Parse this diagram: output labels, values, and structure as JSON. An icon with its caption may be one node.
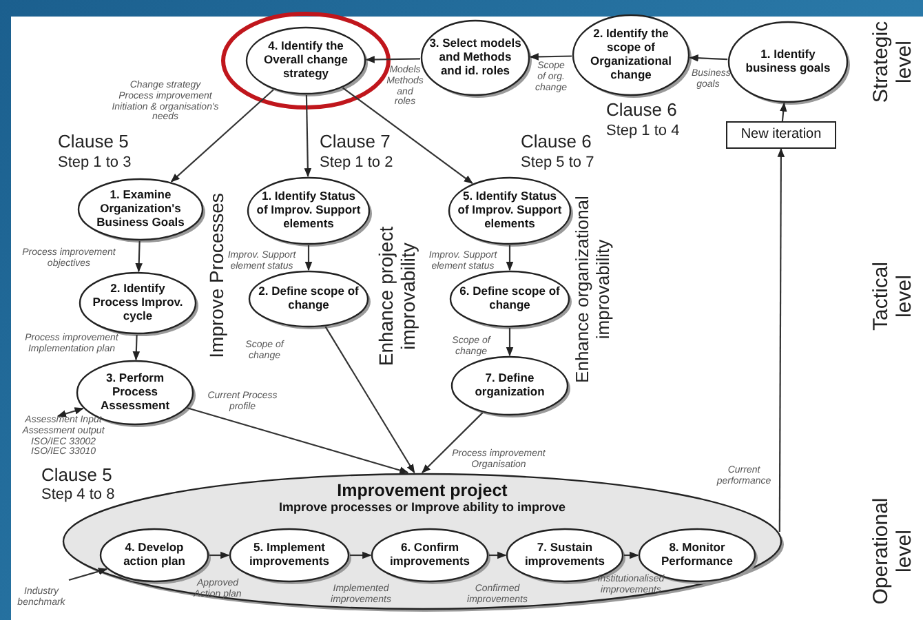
{
  "diagram": {
    "nodes": [
      {
        "text": [
          "4. Identify the Overall change strategy"
        ]
      },
      {
        "text": [
          "3. Select models and Methods and id. roles"
        ]
      },
      {
        "text": [
          "2. Identify the scope of Organizational change"
        ]
      },
      {
        "text": [
          "1. Identify business goals"
        ]
      },
      {
        "text": [
          "New iteration"
        ]
      },
      {
        "text": [
          "1. Examine Organization's Business Goals"
        ]
      },
      {
        "text": [
          "1. Identify Status of Improv. Support elements"
        ]
      },
      {
        "text": [
          "5. Identify Status of Improv. Support elements"
        ]
      },
      {
        "text": [
          "2. Identify Process Improv. cycle"
        ]
      },
      {
        "text": [
          "2. Define scope of change"
        ]
      },
      {
        "text": [
          "6. Define scope of change"
        ]
      },
      {
        "text": [
          "3. Perform Process Assessment"
        ]
      },
      {
        "text": [
          "7. Define organization"
        ]
      },
      {
        "text": [
          "Improvement project",
          "Improve processes or Improve ability to improve"
        ]
      },
      {
        "text": [
          "4. Develop action plan"
        ],
        "in": 13
      },
      {
        "text": [
          "5. Implement improvements"
        ],
        "in": 13
      },
      {
        "text": [
          "6. Confirm improvements"
        ],
        "in": 13
      },
      {
        "text": [
          "7. Sustain improvements"
        ],
        "in": 13
      },
      {
        "text": [
          "8. Monitor Performance"
        ],
        "in": 13
      }
    ],
    "edges": [
      {
        "from": 1,
        "to": 0,
        "arrow": "to",
        "label": "Models Methods and roles"
      },
      {
        "from": 2,
        "to": 1,
        "arrow": "to",
        "label": "Scope of org. change"
      },
      {
        "from": 3,
        "to": 2,
        "arrow": "to",
        "label": "Business goals"
      },
      {
        "from": 4,
        "to": 3,
        "arrow": "to"
      },
      {
        "from": 13,
        "to": 4,
        "arrow": "to",
        "label": "Current performance"
      },
      {
        "from": 0,
        "to": 5,
        "arrow": "to",
        "label": "Change strategy Process improvement Initiation & organisation's needs"
      },
      {
        "from": 0,
        "to": 6,
        "arrow": "to"
      },
      {
        "from": 0,
        "to": 7,
        "arrow": "to"
      },
      {
        "from": 5,
        "to": 8,
        "arrow": "to",
        "label": "Process improvement objectives"
      },
      {
        "from": 8,
        "to": 11,
        "arrow": "to",
        "label": "Process improvement Implementation plan"
      },
      {
        "from": 6,
        "to": 9,
        "arrow": "to",
        "label": "Improv. Support element status"
      },
      {
        "from": 7,
        "to": 10,
        "arrow": "to",
        "label": "Improv. Support element status"
      },
      {
        "from": 10,
        "to": 12,
        "arrow": "to",
        "label": "Scope of change"
      },
      {
        "from": 11,
        "to": 13,
        "arrow": "to",
        "label": "Current Process profile"
      },
      {
        "from": 9,
        "to": 13,
        "arrow": "to",
        "label": "Scope of change"
      },
      {
        "from": 12,
        "to": 13,
        "arrow": "to",
        "label": "Process improvement Organisation"
      },
      {
        "from": 14,
        "to": 15,
        "arrow": "to",
        "label": "Approved Action plan"
      },
      {
        "from": 15,
        "to": 16,
        "arrow": "to",
        "label": "Implemented improvements"
      },
      {
        "from": 16,
        "to": 17,
        "arrow": "to",
        "label": "Confirmed improvements"
      },
      {
        "from": 17,
        "to": 18,
        "arrow": "to",
        "label": "Institutionalised improvements"
      },
      {
        "from": null,
        "to": 14,
        "arrow": "to",
        "label": "Industry benchmark"
      },
      {
        "from": null,
        "to": 11,
        "arrow": "both",
        "label": "Assessment Input Assessment output ISO/IEC 33002 ISO/IEC 33010"
      }
    ],
    "labels": [
      "Strategic level",
      "Clause 6",
      "Step 1 to 4",
      "Clause 5",
      "Step 1 to 3",
      "Clause 7",
      "Step 1 to 2",
      "Clause 6",
      "Step 5 to 7",
      "Improve Processes",
      "Enhance project improvability",
      "Enhance organizational improvability",
      "Tactical level",
      "Clause 5",
      "Step 4 to 8",
      "Operational level"
    ]
  }
}
